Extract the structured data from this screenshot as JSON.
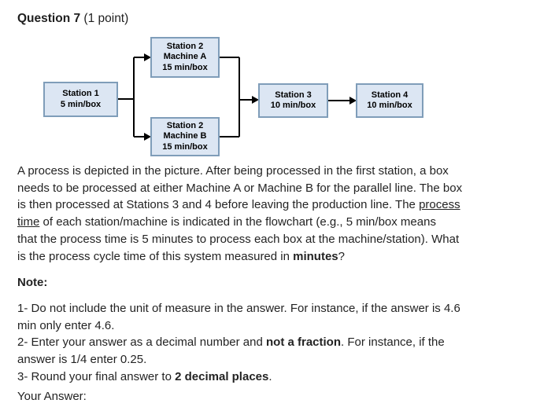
{
  "header": {
    "question_label": "Question 7",
    "points_label": " (1 point)"
  },
  "flowchart": {
    "stations": {
      "station1": {
        "lines": [
          "Station 1",
          "5 min/box"
        ]
      },
      "station2_machine_a": {
        "lines": [
          "Station 2",
          "Machine A",
          "15 min/box"
        ]
      },
      "station2_machine_b": {
        "lines": [
          "Station 2",
          "Machine B",
          "15 min/box"
        ]
      },
      "station3": {
        "lines": [
          "Station 3",
          "10 min/box"
        ]
      },
      "station4": {
        "lines": [
          "Station 4",
          "10 min/box"
        ]
      }
    },
    "colors": {
      "box_fill": "#dce6f3",
      "box_border": "#7f9db9",
      "connector": "#000000"
    }
  },
  "paragraph": {
    "l1": "A process is depicted in the picture. After being processed in the first station, a box",
    "l2": "needs to be processed at either Machine A or Machine B for the parallel line. The box",
    "l3a": "is then processed at Stations 3 and 4 before leaving the production line. The ",
    "l3b": "process",
    "l4a": "time",
    "l4b": " of each station/machine is indicated in the flowchart (e.g., 5 min/box means",
    "l5": "that the process time is 5 minutes to process each box at the machine/station). What",
    "l6a": "is the process cycle time of this system measured in ",
    "l6b": "minutes",
    "l6c": "?"
  },
  "notes": {
    "label": "Note:",
    "n1_l1": "1- Do not include the unit of measure in the answer. For instance, if the answer is 4.6",
    "n1_l2": "min only enter 4.6.",
    "n2_l1a": "2- Enter your answer as a decimal number and ",
    "n2_l1b": "not a fraction",
    "n2_l1c": ". For instance, if the",
    "n2_l2": "answer is 1/4 enter 0.25.",
    "n3_a": "3- Round your final answer to ",
    "n3_b": "2 decimal places",
    "n3_c": "."
  },
  "answer": {
    "label": "Your Answer:"
  }
}
